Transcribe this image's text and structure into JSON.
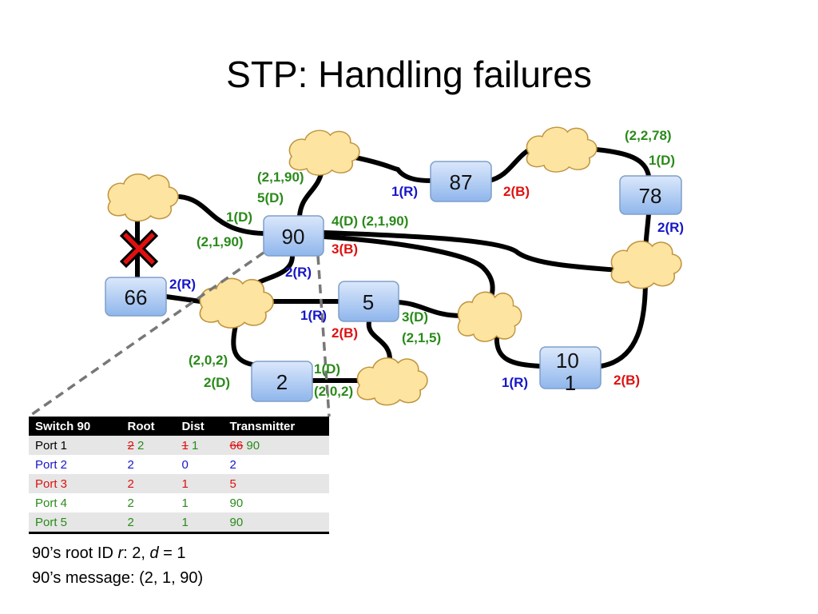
{
  "title": "STP: Handling failures",
  "switches": [
    {
      "id": "sw-66",
      "label": "66"
    },
    {
      "id": "sw-90",
      "label": "90"
    },
    {
      "id": "sw-87",
      "label": "87"
    },
    {
      "id": "sw-78",
      "label": "78"
    },
    {
      "id": "sw-5",
      "label": "5"
    },
    {
      "id": "sw-2",
      "label": "2"
    },
    {
      "id": "sw-101",
      "label": "10\n1"
    }
  ],
  "port_labels": [
    {
      "text": "(2,1,90)",
      "color": "green"
    },
    {
      "text": "5(D)",
      "color": "green"
    },
    {
      "text": "1(D)",
      "color": "green"
    },
    {
      "text": "(2,1,90)",
      "color": "green"
    },
    {
      "text": "4(D) (2,1,90)",
      "color": "green"
    },
    {
      "text": "3(B)",
      "color": "red"
    },
    {
      "text": "2(R)",
      "color": "blue"
    },
    {
      "text": "1(R)",
      "color": "blue"
    },
    {
      "text": "2(B)",
      "color": "red"
    },
    {
      "text": "(2,2,78)",
      "color": "green"
    },
    {
      "text": "1(D)",
      "color": "green"
    },
    {
      "text": "2(R)",
      "color": "blue"
    },
    {
      "text": "2(R)",
      "color": "blue"
    },
    {
      "text": "1(R)",
      "color": "blue"
    },
    {
      "text": "2(B)",
      "color": "red"
    },
    {
      "text": "3(D)",
      "color": "green"
    },
    {
      "text": "(2,1,5)",
      "color": "green"
    },
    {
      "text": "(2,0,2)",
      "color": "green"
    },
    {
      "text": "2(D)",
      "color": "green"
    },
    {
      "text": "1(D)",
      "color": "green"
    },
    {
      "text": "(2,0,2)",
      "color": "green"
    },
    {
      "text": "1(R)",
      "color": "blue"
    },
    {
      "text": "2(B)",
      "color": "red"
    }
  ],
  "table": {
    "headers": [
      "Switch 90",
      "Root",
      "Dist",
      "Transmitter"
    ],
    "rows": [
      {
        "color": "black",
        "port": "Port 1",
        "root_old": "2",
        "root": "2",
        "dist_old": "1",
        "dist": "1",
        "tx_old": "66",
        "tx": "90"
      },
      {
        "color": "blue",
        "port": "Port 2",
        "root_old": "",
        "root": "2",
        "dist_old": "",
        "dist": "0",
        "tx_old": "",
        "tx": "2"
      },
      {
        "color": "red",
        "port": "Port 3",
        "root_old": "",
        "root": "2",
        "dist_old": "",
        "dist": "1",
        "tx_old": "",
        "tx": "5"
      },
      {
        "color": "green",
        "port": "Port 4",
        "root_old": "",
        "root": "2",
        "dist_old": "",
        "dist": "1",
        "tx_old": "",
        "tx": "90"
      },
      {
        "color": "green",
        "port": "Port 5",
        "root_old": "",
        "root": "2",
        "dist_old": "",
        "dist": "1",
        "tx_old": "",
        "tx": "90"
      }
    ]
  },
  "summary": {
    "root_prefix": "90’s root ID ",
    "r_var": "r",
    "root_mid": ": 2, ",
    "d_var": "d",
    "root_suffix": " = 1",
    "message": "90’s message: (2, 1, 90)"
  },
  "colors": {
    "green": "#2a8a1a",
    "blue": "#1616c8",
    "red": "#dd1111",
    "switch_fill": "#a9c8f2",
    "failure_mark": "#e01010"
  }
}
